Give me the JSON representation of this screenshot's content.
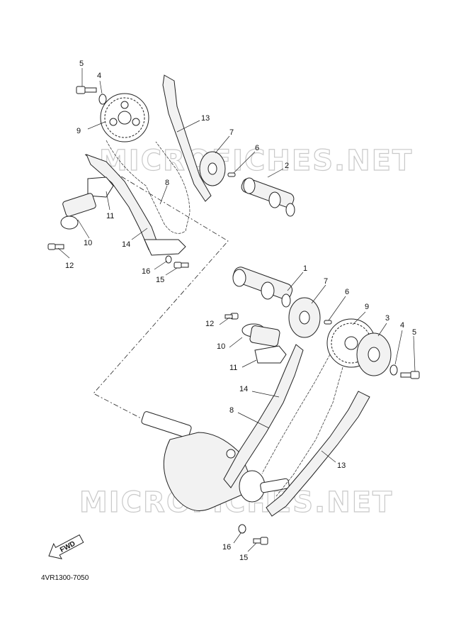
{
  "watermark": "MICROFICHES.NET",
  "diagram_code": "4VR1300-7050",
  "direction_label": "FWD",
  "callouts_upper": [
    "5",
    "4",
    "9",
    "13",
    "7",
    "6",
    "2",
    "8",
    "11",
    "10",
    "14",
    "12",
    "16",
    "15"
  ],
  "callouts_lower": [
    "1",
    "7",
    "6",
    "9",
    "3",
    "4",
    "5",
    "12",
    "10",
    "11",
    "14",
    "8",
    "13",
    "16",
    "15"
  ]
}
